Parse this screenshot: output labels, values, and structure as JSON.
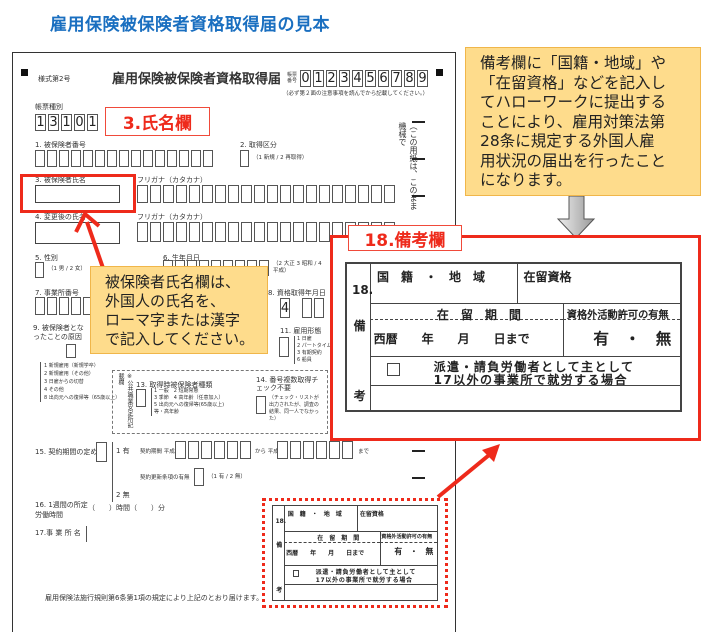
{
  "page_title": "雇用保険被保険者資格取得届の見本",
  "form": {
    "form_no": "様式第2号",
    "title": "雇用保険被保険者資格取得届",
    "number_label": "帳票番号",
    "number_digits": "0123456789",
    "note": "（必ず第２面の注意事項を読んでから記載してください。）",
    "form_type_label": "帳票種別",
    "form_type_digits": "13101",
    "f1": "1. 被保険者番号",
    "f2": "2. 取得区分",
    "f2_opts": "（1 新規 / 2 再取得）",
    "f3": "3. 被保険者氏名",
    "furigana": "フリガナ（カタカナ）",
    "f4": "4. 変更後の氏名",
    "f5": "5. 性別",
    "f5_opts": "（1 男 / 2 女）",
    "f6": "6. 生年月日",
    "f6_opts": "（2 大正 3 昭和 / 4 平成）",
    "f7": "7. 事業所番号",
    "f8": "8. 資格取得年月日",
    "f8_prefix": "4",
    "f9": "9. 被保険者となったことの原因",
    "f9_opts": [
      "1 新規雇用（新規学卒）",
      "2 新規雇用（その他）",
      "3 日雇からの切替",
      "4 その他",
      "8 出向元への復帰等（65歳以上）"
    ],
    "f11": "11. 雇用形態",
    "f11_opts": [
      "1 日雇",
      "2 パートタイム",
      "3 有期契約",
      "6 船員"
    ],
    "section_label": "※公共職業安定所記載欄",
    "f13": "13. 取得時被保険者種類",
    "f13_opts": [
      "1 一般　2 短期常態",
      "3 季節　4 高年齢（任意加入）",
      "5 出向元への復帰等(65歳以上)",
      "等・高年齢"
    ],
    "f14": "14. 番号複数取得チェック不要",
    "f14_opts": [
      "（チェック・リストが",
      "出力されたが、調査の",
      "結果、同一人でなかった）"
    ],
    "f15": "15. 契約期間の定め",
    "f15_yes": "1 有",
    "f15_no": "2 無",
    "f15_period": "契約期間 平成",
    "f15_from": "から 平成",
    "f15_to": "まで",
    "f15_renew": "契約更新条項の有無",
    "f15_renew_opts": "（1 有 / 2 無）",
    "f16": "16. 1週間の所定労働時間",
    "f16_value": "（　　）時間（　　）分",
    "f17": "17.事 業 所 名",
    "vertical_note": "（この用紙は、このまま機械で",
    "footer": "雇用保険法施行規則第6条第1項の規定により上記のとおり届けます。"
  },
  "labels": {
    "name_field": "3.氏名欄",
    "remarks_field": "18.備考欄"
  },
  "callouts": {
    "name": [
      "被保険者氏名欄は、",
      "外国人の氏名を、",
      "ローマ字または漢字",
      "で記入してください。"
    ],
    "remarks": [
      "備考欄に「国籍・地域」や",
      "「在留資格」などを記入し",
      "てハローワークに提出する",
      "ことにより、雇用対策法第",
      "28条に規定する外国人雇",
      "用状況の届出を行ったこと",
      "になります。"
    ]
  },
  "remarks_table": {
    "side": [
      "18.",
      "備",
      "考"
    ],
    "nationality": "国　籍　・　地　域",
    "status": "在留資格",
    "period": "在　留　期　間",
    "date": "西暦　　年　　月　　日まで",
    "permission": "資格外活動許可の有無",
    "yes_no": "有　・　無",
    "dispatch_line1": "派遣・請負労働者として主として",
    "dispatch_line2": "17以外の事業所で就労する場合"
  },
  "colors": {
    "title": "#1a6fc0",
    "accent_red": "#ee2a1b",
    "callout": "#fedc8c"
  }
}
